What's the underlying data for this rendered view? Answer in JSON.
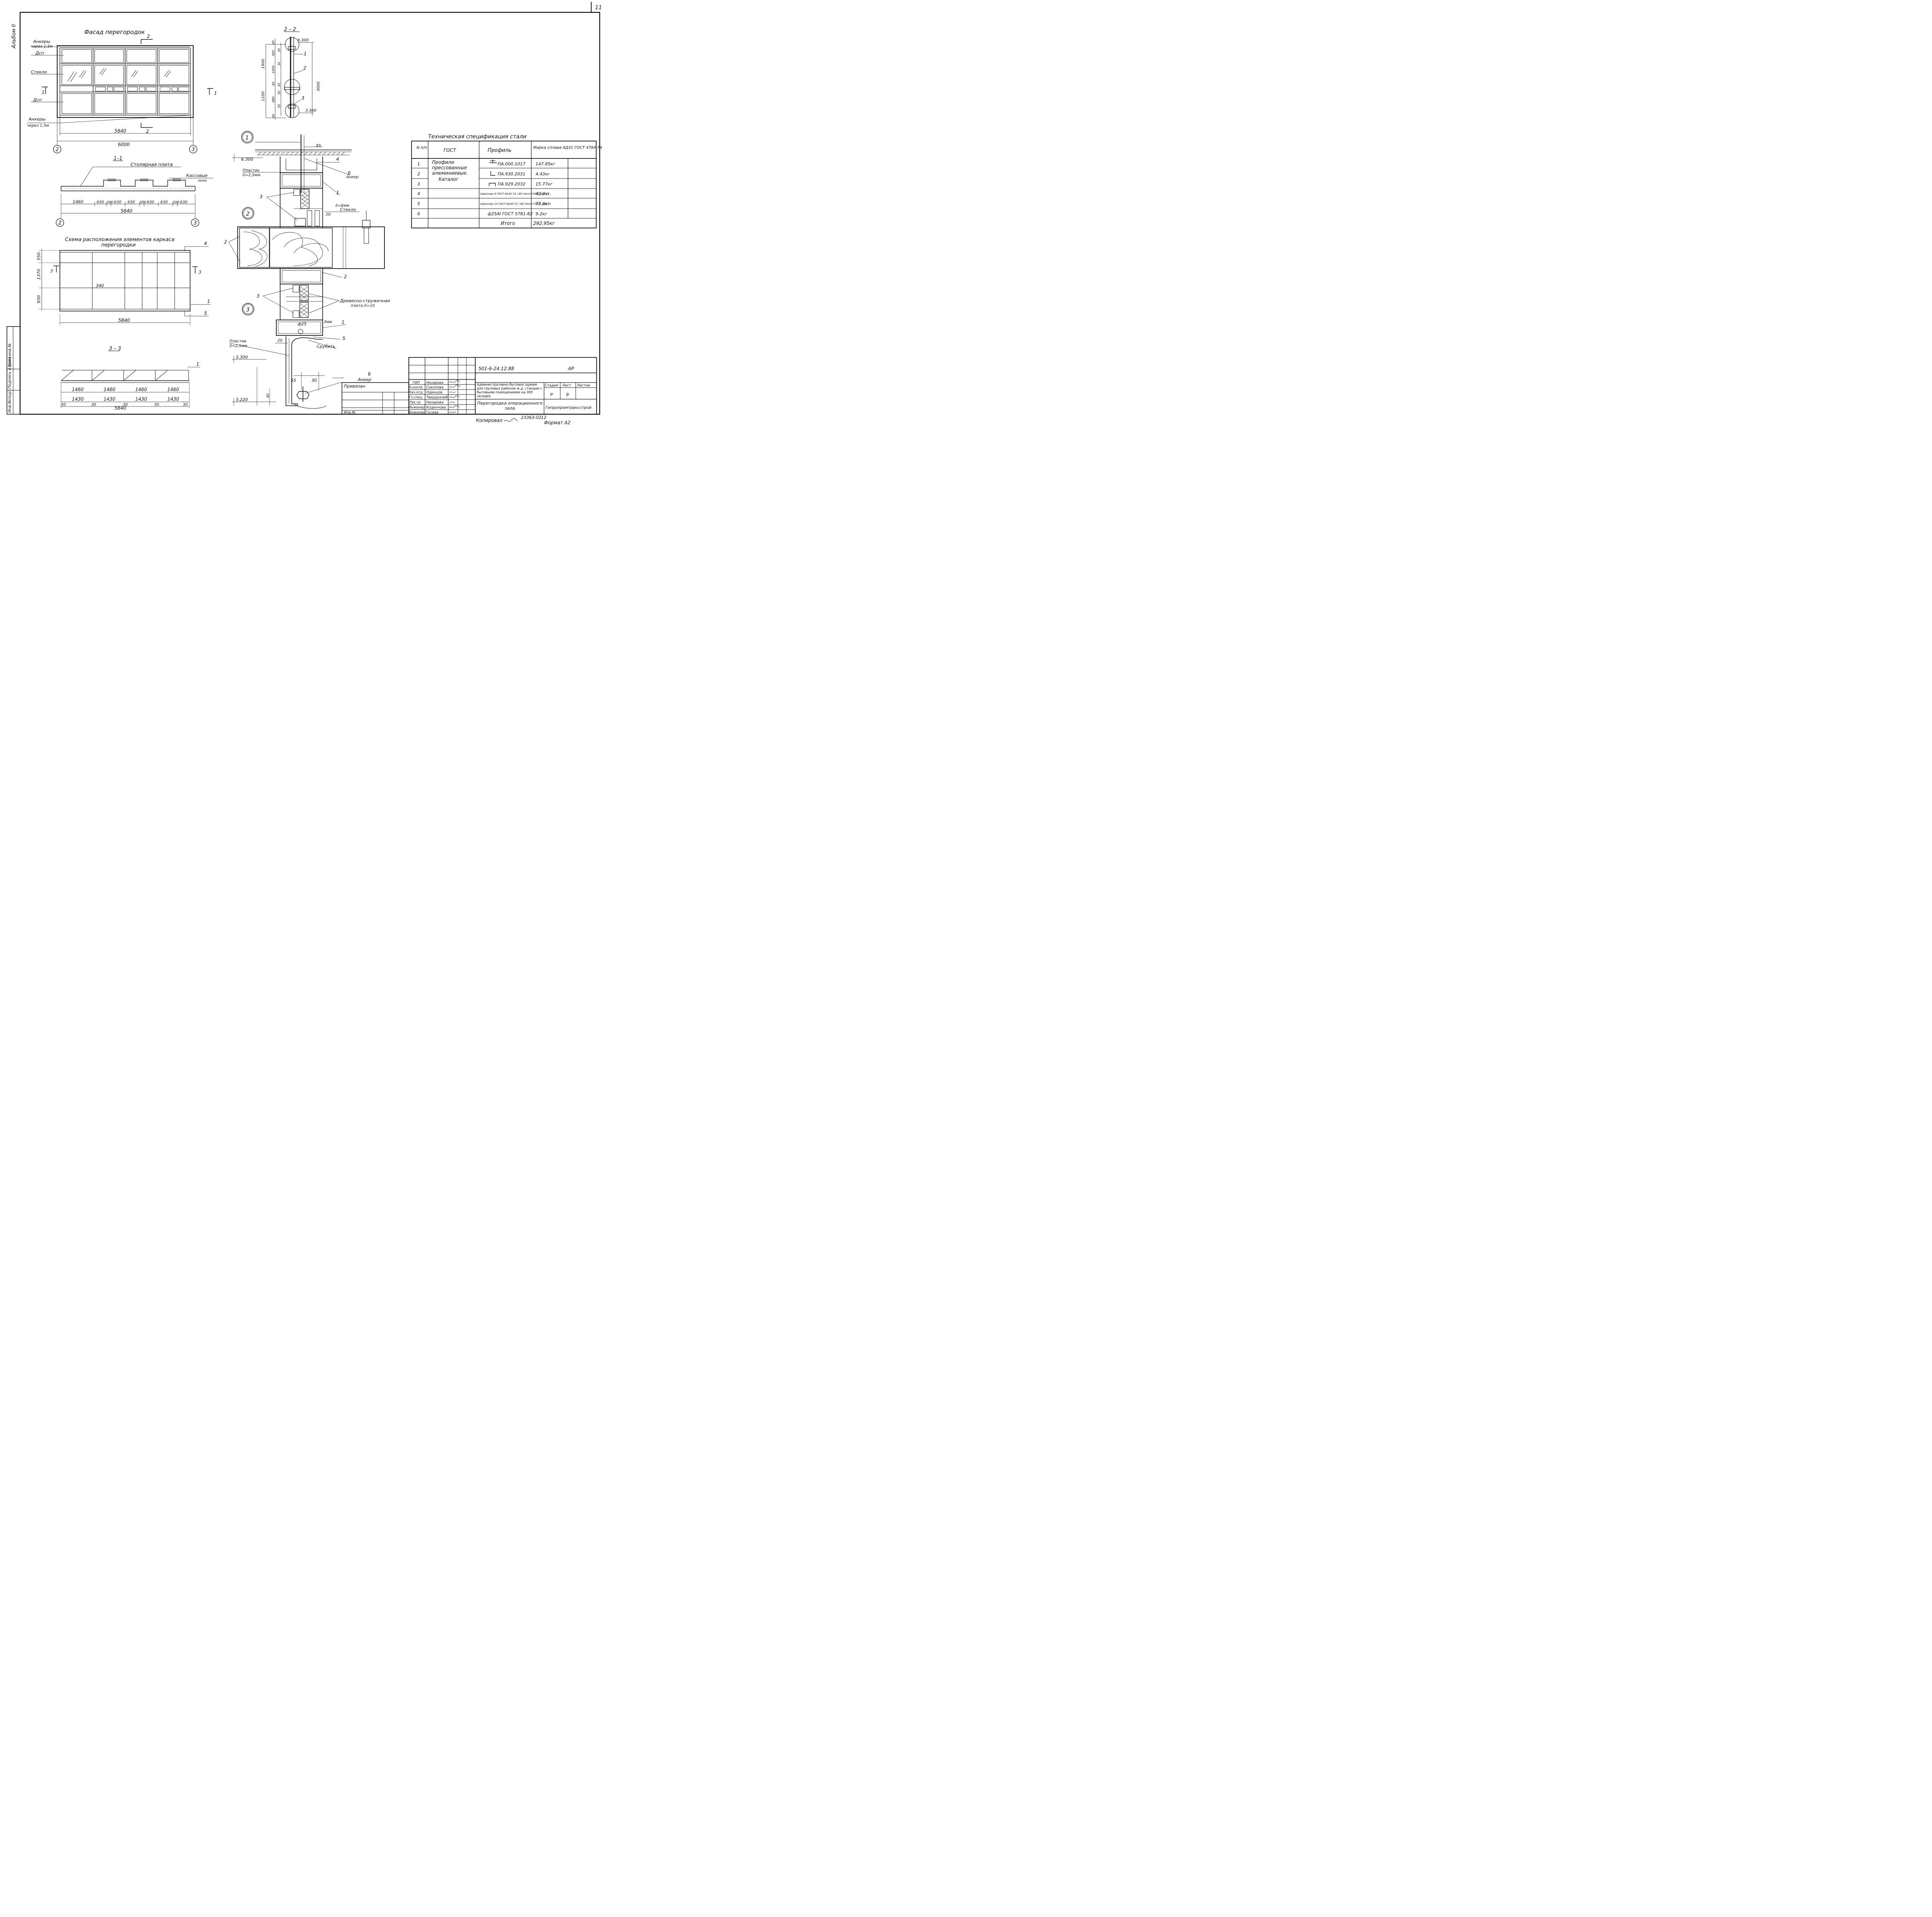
{
  "sheet_mark": "11",
  "album_label": "Альбом II",
  "facade": {
    "title": "Фасад перегородок",
    "anchors_top": "Анкеры",
    "anchors_top2": "через 1,5м",
    "dsp_top": "Дсп",
    "glass": "Стекло",
    "dsp_bottom": "Дсп",
    "anchors_bottom": "Анкеры",
    "anchors_bottom2": "через 1,5м",
    "sect_top": "2",
    "sect_bottom": "2",
    "sect_l": "1",
    "sect_r": "1",
    "dim_inner": "5840",
    "dim_outer": "6000",
    "axis_left": "2",
    "axis_right": "3"
  },
  "section22": {
    "title": "2 – 2",
    "mark_top": "6.300",
    "mark_bottom": "3.300",
    "dims_left": [
      "40",
      "560",
      "1000",
      "40",
      "980",
      "40"
    ],
    "dims_left2": [
      "30",
      "30",
      "30",
      "30",
      "30"
    ],
    "dim_1900": "1900",
    "dim_1100": "1100",
    "dim_3000": "3000",
    "pos": [
      "1",
      "2",
      "3"
    ]
  },
  "section11": {
    "title": "1–1",
    "subtitle": "Столярная плита",
    "label_windows": "Кассовые",
    "label_windows2": "окна",
    "dims": [
      "1460",
      "630",
      "200",
      "630",
      "630",
      "200",
      "630",
      "630",
      "200",
      "630"
    ],
    "total": "5840",
    "axis_left": "2",
    "axis_right": "3"
  },
  "frame_scheme": {
    "title": "Схема расположения элементов каркаса",
    "title2": "перегородки",
    "dims_left": [
      "550",
      "1370",
      "930"
    ],
    "dim_340": "340",
    "total": "5840",
    "pos": [
      "4",
      "1",
      "5"
    ],
    "sect": "3"
  },
  "section33": {
    "title": "3 – 3",
    "pos": "1",
    "dims1": [
      "1460",
      "1460",
      "1460",
      "1460"
    ],
    "dims2": [
      "1430",
      "1430",
      "1430",
      "1430"
    ],
    "dims3": [
      "30",
      "30",
      "30",
      "30",
      "30"
    ],
    "total": "5840"
  },
  "detail": {
    "nodes": [
      "1",
      "2",
      "3"
    ],
    "mark_6300": "6.300",
    "mark_3300": "3.300",
    "mark_3220": "3.220",
    "dim_85": "85",
    "plastic": "Пластик",
    "plastic_d": "δ=2,5мм.",
    "plastic2": "Пластик",
    "plastic2_d": "δ=2,5мм",
    "anchor": "Анкер",
    "anchor2": "Анкер",
    "glass": "Стекло",
    "glass_d": "δ=6мм",
    "dim_20": "20",
    "dim_20b": "20",
    "dim_25": "ф25",
    "dim_3mm": "3мм",
    "dsp_label": "Древесно-стружечная",
    "dsp_label2": "плита δ=10",
    "cut": "Срубить",
    "dim_55": "55",
    "dim_30": "30",
    "dim_40": "40",
    "pos": [
      "4",
      "6",
      "1",
      "3",
      "2",
      "2",
      "3",
      "1",
      "5",
      "6"
    ]
  },
  "spec": {
    "title": "Техническая спецификация стали",
    "headers": [
      "N п/п",
      "ГОСТ",
      "Профиль",
      "Марка сплава АД31 ГОСТ 4784-74"
    ],
    "gost_text": [
      "Профили",
      "прессованные",
      "алюминиевые.",
      "Каталог"
    ],
    "rows": [
      {
        "n": "1",
        "profile": "ПА.000.1017",
        "mass": "147.95кг"
      },
      {
        "n": "2",
        "profile": "ПА.930.2031",
        "mass": "4.43кг"
      },
      {
        "n": "3",
        "profile": "ПА.929.2032",
        "mass": "15.77кг"
      },
      {
        "n": "4",
        "profile": "Швеллер 8 ГОСТ 8240-72 / ВСт3кп2 ГОСТ 380-71",
        "mass": "42.3кг."
      },
      {
        "n": "5",
        "profile": "Швеллер 14 ГОСТ 8240-72 / ВСт3кп2 ГОСТ 380-71",
        "mass": "73.3кг"
      },
      {
        "n": "6",
        "profile": "ф25АI ГОСТ 5781-82",
        "mass": "9.2кг"
      }
    ],
    "total_label": "Итого",
    "total": "292.95кг"
  },
  "stamp": {
    "code": "501-6-24.12.88",
    "mark": "АР",
    "roles": [
      "ГИП",
      "Н.контр.",
      "Нач.отд.",
      "Гл.спец.",
      "Рук.гр.",
      "Инженер",
      "Инженер"
    ],
    "names": [
      "Назарова",
      "Соколова",
      "Одинцов",
      "Твердохлеб",
      "Назарова",
      "Коденчова",
      "Гусева"
    ],
    "tied": "Привязан",
    "inv": "Инв.№",
    "project": "Административно-бытовое здание для грузовых районов ж.д. станции с бытовыми помещениями на 300 человек",
    "sheet_title": "Перегородка операционного зала",
    "stage_h": "Стадия",
    "sheet_h": "Лист",
    "sheets_h": "Листов",
    "stage": "Р",
    "sheet": "9",
    "org": "Гипропромтрансстрой",
    "copied": "Копировал",
    "number": "23363-02",
    "num2": "12",
    "format": "Формат А2"
  },
  "left_strip": [
    "Инв.№подл.",
    "Подпись и дата",
    "Взам.инв.№"
  ]
}
